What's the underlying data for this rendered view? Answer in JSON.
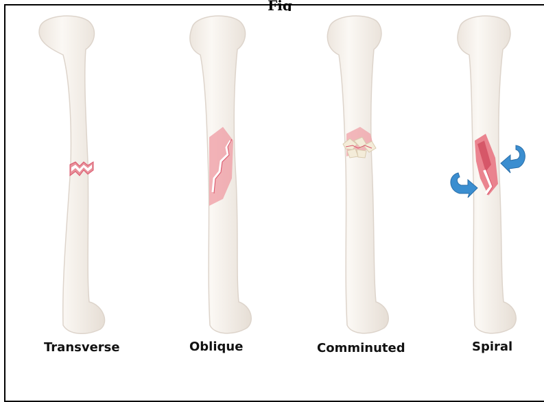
{
  "figure": {
    "title": "Fig",
    "bones": [
      {
        "type": "transverse",
        "label": "Transverse"
      },
      {
        "type": "oblique",
        "label": "Oblique"
      },
      {
        "type": "comminuted",
        "label": "Comminuted"
      },
      {
        "type": "spiral",
        "label": "Spiral"
      }
    ]
  },
  "colors": {
    "bone_fill": "#f6f1ec",
    "bone_shade": "#e3dcd4",
    "bone_outline": "#d9d0c7",
    "fracture": "#e8909a",
    "fracture_dark": "#d9546a",
    "rotation_arrow": "#3b8ed0"
  }
}
